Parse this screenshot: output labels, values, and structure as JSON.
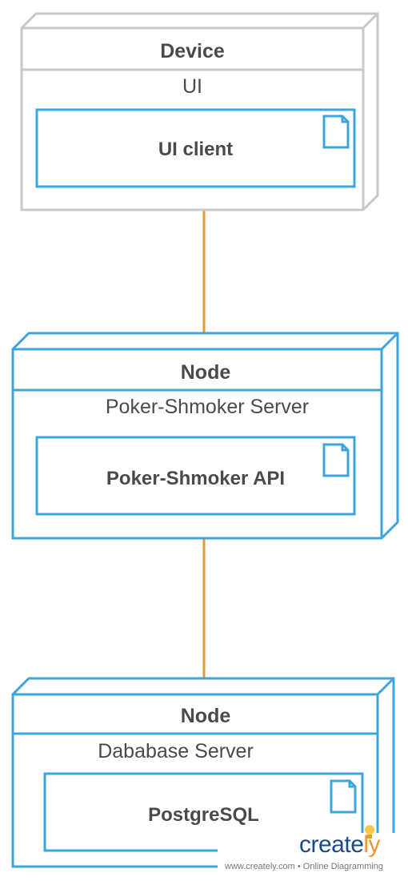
{
  "colors": {
    "device_border": "#c8c8c8",
    "node_border": "#3ea5dc",
    "connector": "#f0962e",
    "text": "#4a4a4a",
    "brand_blue": "#1a4b86",
    "brand_orange": "#f0962e"
  },
  "nodes": [
    {
      "stereotype": "Device",
      "name": "UI",
      "component": "UI client",
      "component_icon": "document-icon"
    },
    {
      "stereotype": "Node",
      "name": "Poker-Shmoker Server",
      "component": "Poker-Shmoker API",
      "component_icon": "document-icon"
    },
    {
      "stereotype": "Node",
      "name": "Dababase Server",
      "component": "PostgreSQL",
      "component_icon": "document-icon"
    }
  ],
  "watermark": {
    "logo_main": "create",
    "logo_end": "ly",
    "tagline": "www.creately.com • Online Diagramming",
    "icon": "lightbulb-icon"
  }
}
